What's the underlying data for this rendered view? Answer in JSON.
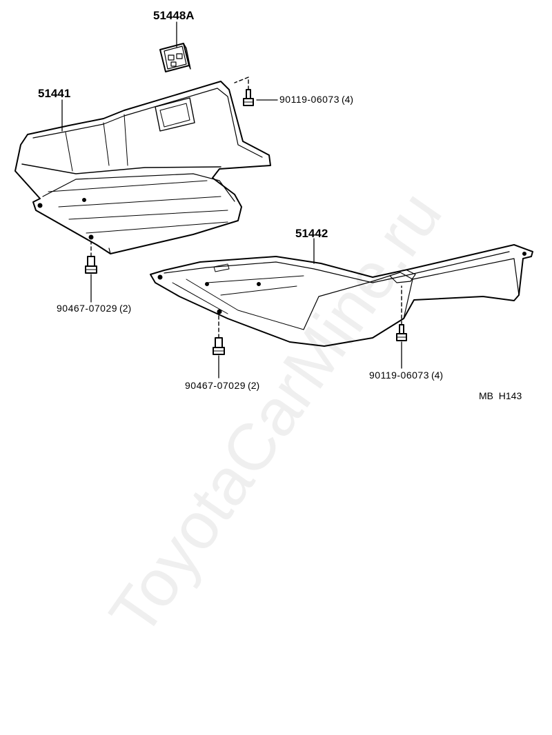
{
  "parts": {
    "bracket": {
      "number": "51448A"
    },
    "front_cover": {
      "number": "51441"
    },
    "rear_cover": {
      "number": "51442"
    }
  },
  "fasteners": {
    "bolt_upper_right": {
      "number": "90119-06073",
      "qty": "(4)"
    },
    "clip_left": {
      "number": "90467-07029",
      "qty": "(2)"
    },
    "clip_center": {
      "number": "90467-07029",
      "qty": "(2)"
    },
    "bolt_lower_right": {
      "number": "90119-06073",
      "qty": "(4)"
    }
  },
  "diagram_code": "MB  H143",
  "watermark": "ToyotaCarMine.ru"
}
